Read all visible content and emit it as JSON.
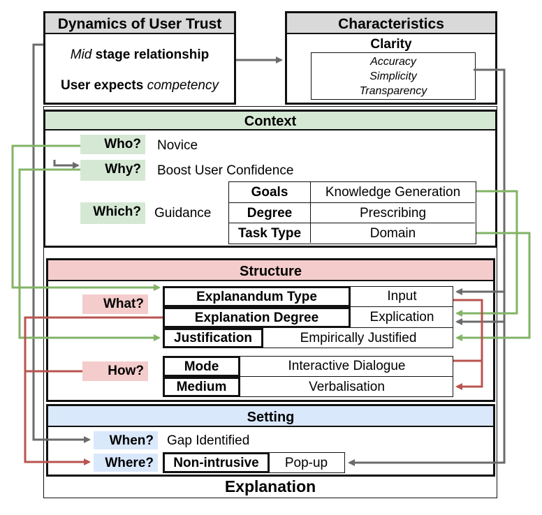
{
  "dynamics": {
    "title": "Dynamics of User Trust",
    "line1_italic": "Mid",
    "line1_rest": " stage relationship",
    "line2_bold": "User expects ",
    "line2_italic": "competency"
  },
  "characteristics": {
    "title": "Characteristics",
    "subtitle": "Clarity",
    "items": [
      "Accuracy",
      "Simplicity",
      "Transparency"
    ]
  },
  "context": {
    "title": "Context",
    "who_q": "Who?",
    "who_a": "Novice",
    "why_q": "Why?",
    "why_a": "Boost User Confidence",
    "which_q": "Which?",
    "which_a": "Guidance",
    "table": [
      {
        "key": "Goals",
        "value": "Knowledge Generation"
      },
      {
        "key": "Degree",
        "value": "Prescribing"
      },
      {
        "key": "Task Type",
        "value": "Domain"
      }
    ]
  },
  "structure": {
    "title": "Structure",
    "what_q": "What?",
    "how_q": "How?",
    "what_rows": [
      {
        "key": "Explanandum Type",
        "value": "Input"
      },
      {
        "key": "Explanation Degree",
        "value": "Explication"
      },
      {
        "key": "Justification",
        "value": "Empirically Justified"
      }
    ],
    "how_rows": [
      {
        "key": "Mode",
        "value": "Interactive Dialogue"
      },
      {
        "key": "Medium",
        "value": "Verbalisation"
      }
    ]
  },
  "setting": {
    "title": "Setting",
    "when_q": "When?",
    "when_a": "Gap Identified",
    "where_q": "Where?",
    "where_key": "Non-intrusive",
    "where_value": "Pop-up"
  },
  "explanation_label": "Explanation",
  "colors": {
    "green_header": "#d5e8d4",
    "red_header": "#f4cccc",
    "blue_header": "#dae8fc",
    "grey_header": "#d9d9d9",
    "arrow_grey": "#6b6b6b",
    "arrow_green": "#82b366",
    "arrow_red": "#b85450"
  }
}
